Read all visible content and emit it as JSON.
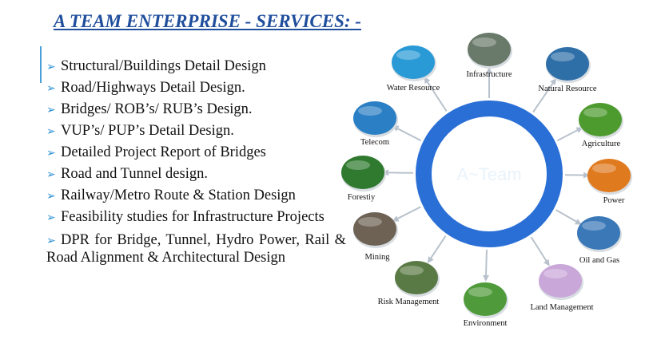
{
  "title": "A TEAM ENTERPRISE -  SERVICES: -",
  "services": [
    "Structural/Buildings Detail Design",
    "Road/Highways Detail Design.",
    "Bridges/ ROB’s/ RUB’s Design.",
    "VUP’s/ PUP’s Detail Design.",
    "Detailed Project Report of Bridges",
    "Road and Tunnel design.",
    "Railway/Metro Route & Station Design",
    "Feasibility studies for Infrastructure Projects",
    "DPR for Bridge, Tunnel, Hydro Power, Rail & Road Alignment & Architectural Design"
  ],
  "diagram": {
    "center": "A~Team",
    "colors": {
      "ring": "#2a6fd6",
      "ring_inner": "#ffffff",
      "arrow": "#b9c2cc"
    },
    "nodes": [
      {
        "label": "Infrastructure",
        "icon": "infrastructure-photo",
        "color": "#6a7a6a"
      },
      {
        "label": "Natural Resource",
        "icon": "natural-resource-photo",
        "color": "#2f6fa8"
      },
      {
        "label": "Agriculture",
        "icon": "agriculture-photo",
        "color": "#4d9a2e"
      },
      {
        "label": "Power",
        "icon": "power-photo",
        "color": "#e07a1f"
      },
      {
        "label": "Oil and Gas",
        "icon": "oil-gas-photo",
        "color": "#3a78b8"
      },
      {
        "label": "Land Management",
        "icon": "land-management-photo",
        "color": "#c9a7d8"
      },
      {
        "label": "Environment",
        "icon": "environment-photo",
        "color": "#4f9a3a"
      },
      {
        "label": "Risk Management",
        "icon": "risk-management-photo",
        "color": "#5a7a45"
      },
      {
        "label": "Mining",
        "icon": "mining-photo",
        "color": "#6d6253"
      },
      {
        "label": "Forestiy",
        "icon": "forestry-photo",
        "color": "#2f7a2f"
      },
      {
        "label": "Telecom",
        "icon": "telecom-photo",
        "color": "#2b7fc4"
      },
      {
        "label": "Water Resource",
        "icon": "water-resource-photo",
        "color": "#2a9ad6"
      }
    ]
  }
}
